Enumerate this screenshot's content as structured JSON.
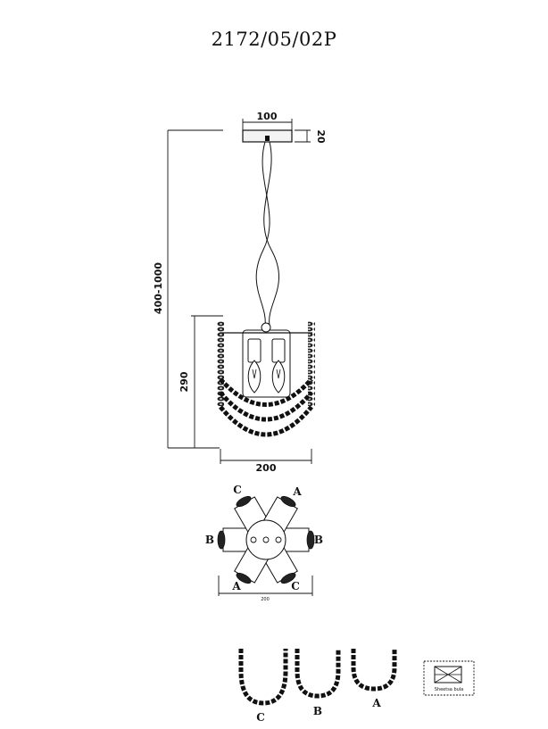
{
  "title": "2172/05/02P",
  "dimensions": {
    "canopy_width": "100",
    "canopy_height": "20",
    "total_height": "400-1000",
    "body_height": "290",
    "body_width": "200",
    "top_view_width": "200"
  },
  "top_view_labels": {
    "top_left": "C",
    "top_right": "A",
    "left": "B",
    "right": "B",
    "bottom_left": "A",
    "bottom_right": "C"
  },
  "chain_labels": {
    "c": "C",
    "b": "B",
    "a": "A"
  },
  "package_label": "Sheetsa bula"
}
